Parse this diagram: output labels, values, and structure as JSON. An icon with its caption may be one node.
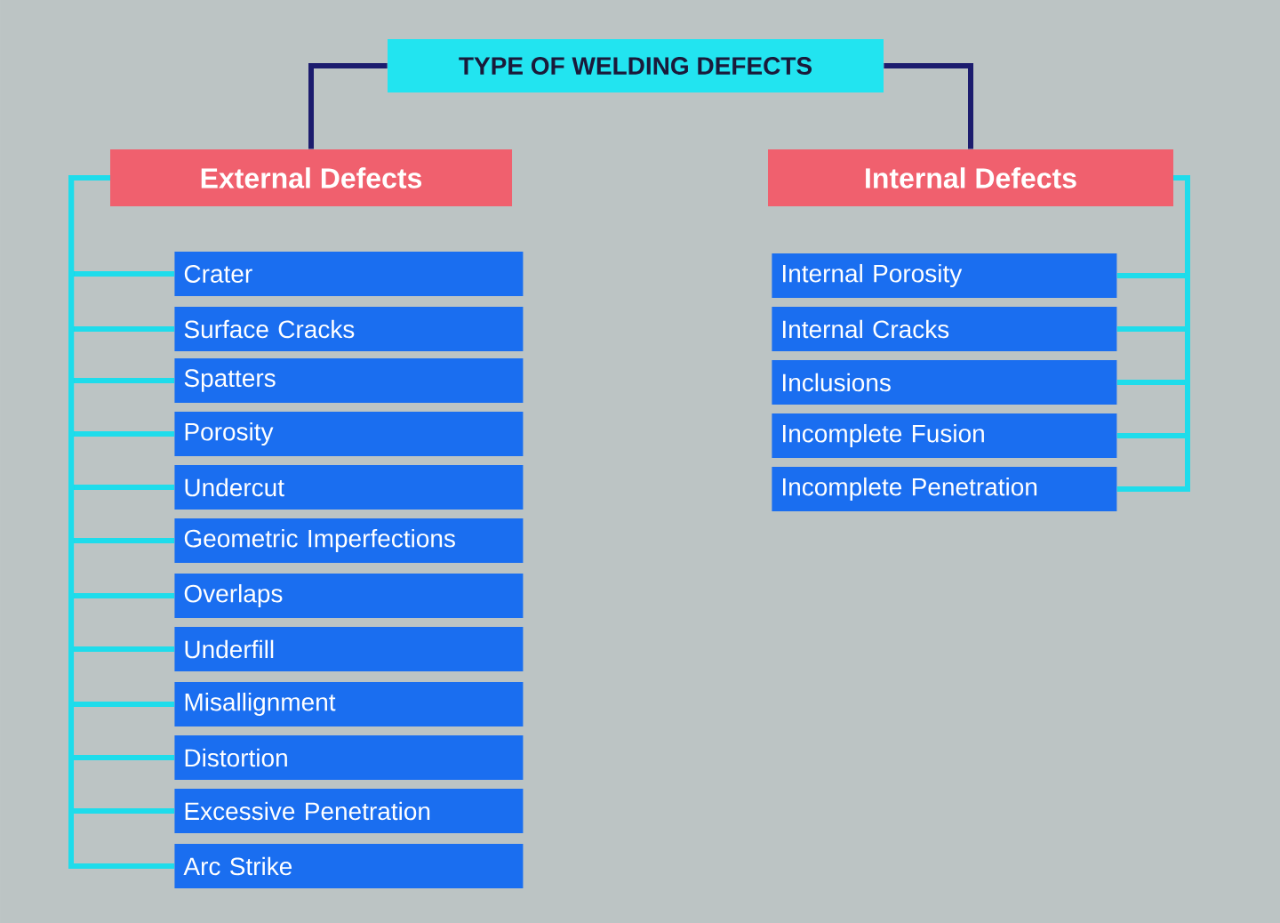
{
  "diagram": {
    "nodes": [
      {
        "text": [
          "TYPE OF WELDING DEFECTS"
        ]
      },
      {
        "text": [
          "External Defects"
        ]
      },
      {
        "text": [
          "Internal Defects"
        ]
      },
      {
        "text": [
          "Crater"
        ]
      },
      {
        "text": [
          "Surface Cracks"
        ]
      },
      {
        "text": [
          "Spatters"
        ]
      },
      {
        "text": [
          "Porosity"
        ]
      },
      {
        "text": [
          "Undercut"
        ]
      },
      {
        "text": [
          "Geometric Imperfections"
        ]
      },
      {
        "text": [
          "Overlaps"
        ]
      },
      {
        "text": [
          "Underfill"
        ]
      },
      {
        "text": [
          "Misallignment"
        ]
      },
      {
        "text": [
          "Distortion"
        ]
      },
      {
        "text": [
          "Excessive Penetration"
        ]
      },
      {
        "text": [
          "Arc Strike"
        ]
      },
      {
        "text": [
          "Internal Porosity"
        ]
      },
      {
        "text": [
          "Internal Cracks"
        ]
      },
      {
        "text": [
          "Inclusions"
        ]
      },
      {
        "text": [
          "Incomplete Fusion"
        ]
      },
      {
        "text": [
          "Incomplete Penetration"
        ]
      }
    ],
    "edges": [
      {
        "from": 0,
        "to": 1,
        "arrow": "none",
        "color": "#1c1c6e"
      },
      {
        "from": 0,
        "to": 2,
        "arrow": "none",
        "color": "#1c1c6e"
      },
      {
        "from": 1,
        "to": 3,
        "arrow": "none"
      },
      {
        "from": 1,
        "to": 4,
        "arrow": "none"
      },
      {
        "from": 1,
        "to": 5,
        "arrow": "none"
      },
      {
        "from": 1,
        "to": 6,
        "arrow": "none"
      },
      {
        "from": 1,
        "to": 7,
        "arrow": "none"
      },
      {
        "from": 1,
        "to": 8,
        "arrow": "none"
      },
      {
        "from": 1,
        "to": 9,
        "arrow": "none"
      },
      {
        "from": 1,
        "to": 10,
        "arrow": "none"
      },
      {
        "from": 1,
        "to": 11,
        "arrow": "none"
      },
      {
        "from": 1,
        "to": 12,
        "arrow": "none"
      },
      {
        "from": 1,
        "to": 13,
        "arrow": "none"
      },
      {
        "from": 1,
        "to": 14,
        "arrow": "none"
      },
      {
        "from": 2,
        "to": 15,
        "arrow": "none"
      },
      {
        "from": 2,
        "to": 16,
        "arrow": "none"
      },
      {
        "from": 2,
        "to": 17,
        "arrow": "none"
      },
      {
        "from": 2,
        "to": 18,
        "arrow": "none"
      },
      {
        "from": 2,
        "to": 19,
        "arrow": "none"
      }
    ]
  }
}
